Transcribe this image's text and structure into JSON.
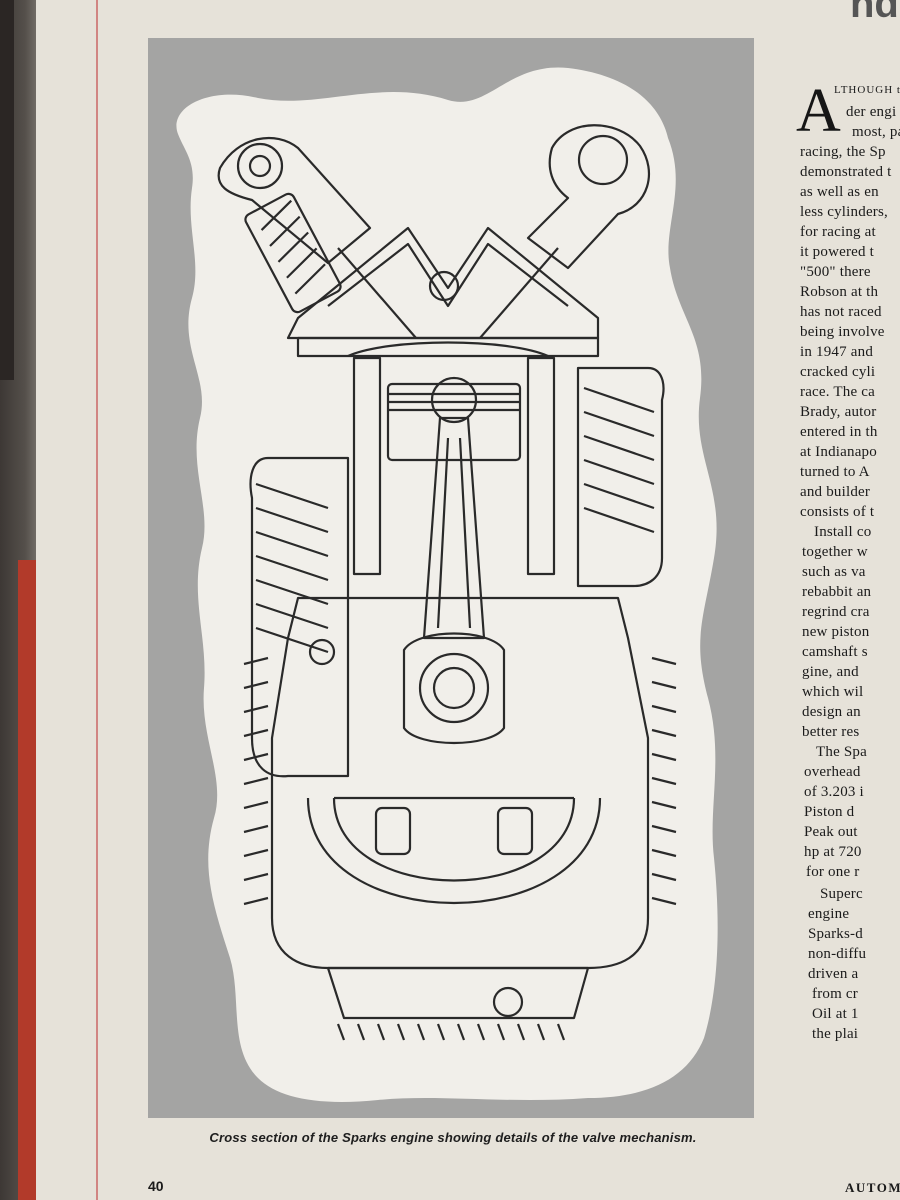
{
  "article": {
    "headline_fragment": "nd",
    "drop_cap": "A",
    "lines": [
      "LTHOUGH t",
      "der engi",
      "most, pa",
      "racing, the Sp",
      "demonstrated t",
      "as well as en",
      "less cylinders,",
      "for racing at",
      "it powered t",
      "\"500\" there",
      "Robson at th",
      "has not raced",
      "being involve",
      "in 1947 and",
      "cracked cyli",
      "race. The ca",
      "Brady, autor",
      "entered in th",
      "at Indianapo",
      "turned to A",
      "and builder",
      "consists of t",
      "Install co",
      "together w",
      "such as va",
      "rebabbit an",
      "regrind cra",
      "new piston",
      "camshaft s",
      "gine, and",
      "which wil",
      "design an",
      "better res",
      "The Spa",
      "overhead",
      "of 3.203 i",
      "Piston d",
      "Peak out",
      "hp at 720",
      "for one r",
      "Superc",
      "engine",
      "Sparks-d",
      "non-diffu",
      "driven a",
      "from cr",
      "Oil at 1",
      "the plai"
    ]
  },
  "figure": {
    "caption": "Cross section of the Sparks engine showing details of the valve mechanism."
  },
  "footer": {
    "page_number": "40",
    "running_title": "AUTOMO"
  },
  "colors": {
    "paper": "#e6e2d9",
    "plate_gray": "#a4a4a3",
    "drawing_ink": "#2a2a2a",
    "margin_red": "#b23a2a"
  }
}
